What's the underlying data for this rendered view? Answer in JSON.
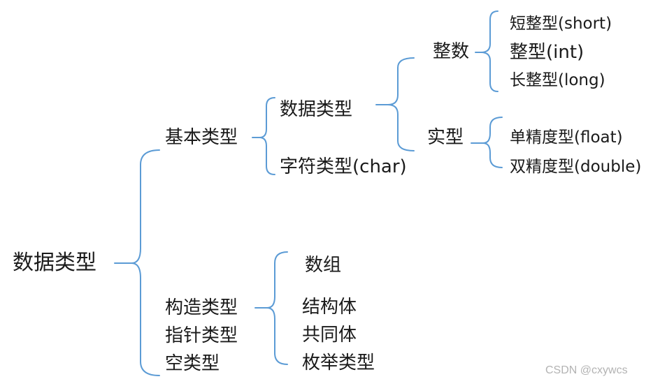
{
  "diagram": {
    "root": {
      "label": "数据类型",
      "children": [
        {
          "label": "基本类型",
          "children": [
            {
              "label": "数据类型",
              "children": [
                {
                  "label": "整数",
                  "children": [
                    "短整型(short)",
                    "整型(int)",
                    "长整型(long)"
                  ]
                },
                {
                  "label": "实型",
                  "children": [
                    "单精度型(float)",
                    "双精度型(double)"
                  ]
                }
              ]
            },
            {
              "label": "字符类型(char)"
            }
          ]
        },
        {
          "label": "构造类型",
          "children": [
            "数组",
            "结构体",
            "共同体",
            "枚举类型"
          ]
        },
        {
          "label": "指针类型"
        },
        {
          "label": "空类型"
        }
      ]
    },
    "brace_color": "#5b9bd5",
    "text_color": "#1a1a1a"
  },
  "watermark": "CSDN @cxywcs"
}
